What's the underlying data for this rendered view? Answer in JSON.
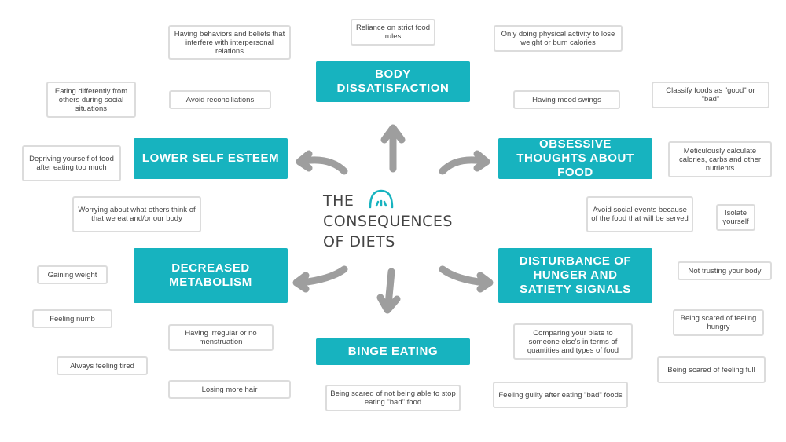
{
  "colors": {
    "accent": "#17b3bf",
    "arrow": "#9e9e9e",
    "border": "#dcdcdc"
  },
  "title": {
    "line1": "THE",
    "line2": "CONSEQUENCES",
    "line3": "OF DIETS",
    "icon": "logo-arch-icon"
  },
  "hubs": {
    "body_dissatisfaction": "BODY DISSATISFACTION",
    "lower_self_esteem": "LOWER SELF ESTEEM",
    "obsessive_thoughts": "OBSESSIVE THOUGHTS ABOUT FOOD",
    "decreased_metabolism": "DECREASED METABOLISM",
    "hunger_satiety": "DISTURBANCE OF HUNGER AND SATIETY SIGNALS",
    "binge_eating": "BINGE EATING"
  },
  "notes": {
    "interpersonal": "Having behaviors and beliefs that interfere with interpersonal relations",
    "strict_rules": "Reliance on strict food rules",
    "physical_activity": "Only doing physical activity to lose weight or burn calories",
    "eating_differently": "Eating differently from others during social situations",
    "avoid_reconciliations": "Avoid reconciliations",
    "mood_swings": "Having mood swings",
    "classify_foods": "Classify foods as \"good\" or \"bad\"",
    "depriving": "Depriving yourself of food after eating too much",
    "calculate": "Meticulously calculate calories, carbs and other nutrients",
    "worrying": "Worrying about what others think of that we eat and/or our body",
    "avoid_social": "Avoid social events because of the food that will be served",
    "isolate": "Isolate yourself",
    "gaining_weight": "Gaining weight",
    "not_trusting": "Not trusting your body",
    "feeling_numb": "Feeling numb",
    "irregular_menstruation": "Having irregular or no menstruation",
    "comparing_plate": "Comparing your plate to someone else's in terms of quantities and types of food",
    "scared_hungry": "Being scared of feeling hungry",
    "always_tired": "Always feeling tired",
    "scared_full": "Being scared of feeling full",
    "losing_hair": "Losing more hair",
    "stop_eating": "Being scared of not being able to stop eating \"bad\" food",
    "feeling_guilty": "Feeling guilty after eating \"bad\" foods"
  }
}
